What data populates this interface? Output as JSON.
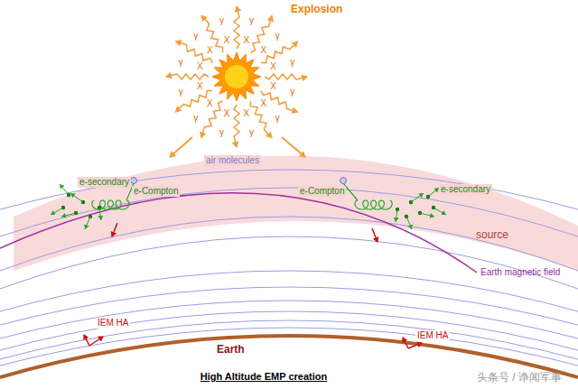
{
  "diagram": {
    "caption": "High Altitude EMP creation",
    "labels": [
      "Explosion",
      "X",
      "γ",
      "X",
      "γ",
      "X",
      "γ",
      "X",
      "γ",
      "X",
      "γ",
      "X",
      "γ",
      "X",
      "γ",
      "X",
      "γ",
      "X",
      "γ",
      "X",
      "γ",
      "X",
      "γ",
      "X",
      "γ",
      "air molecules",
      "e-Compton",
      "e-Compton",
      "e-secondary",
      "e-secondary",
      "source",
      "Earth magnetic field",
      "IEM HA",
      "IEM HA",
      "Earth",
      "头条号 / 诤闻军事"
    ]
  }
}
